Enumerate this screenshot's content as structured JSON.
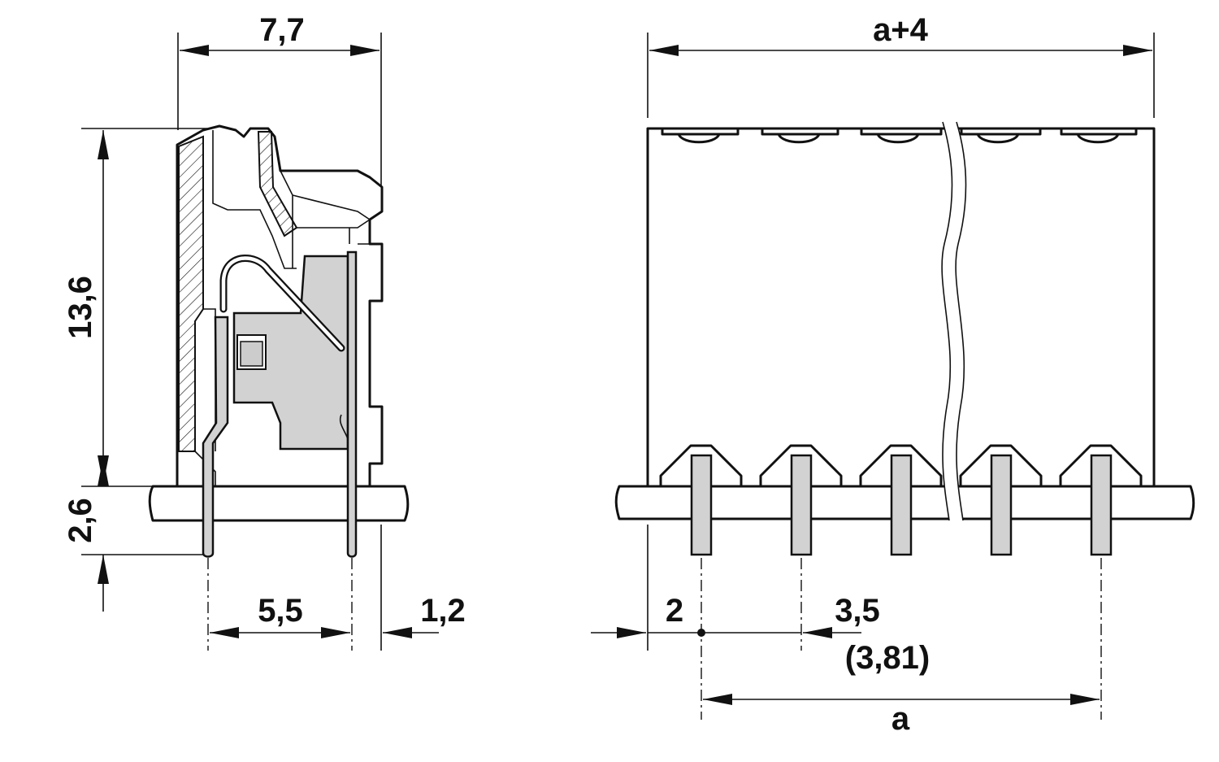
{
  "dimensions": {
    "side_width": "7,7",
    "side_height": "13,6",
    "pin_length": "2,6",
    "pin_pitch_side": "5,5",
    "rear_offset": "1,2",
    "total_length": "a+4",
    "edge_offset": "2",
    "pitch": "3,5",
    "pitch_alt": "(3,81)",
    "span": "a"
  },
  "colors": {
    "line": "#111111",
    "contact_fill": "#d2d2d2"
  }
}
